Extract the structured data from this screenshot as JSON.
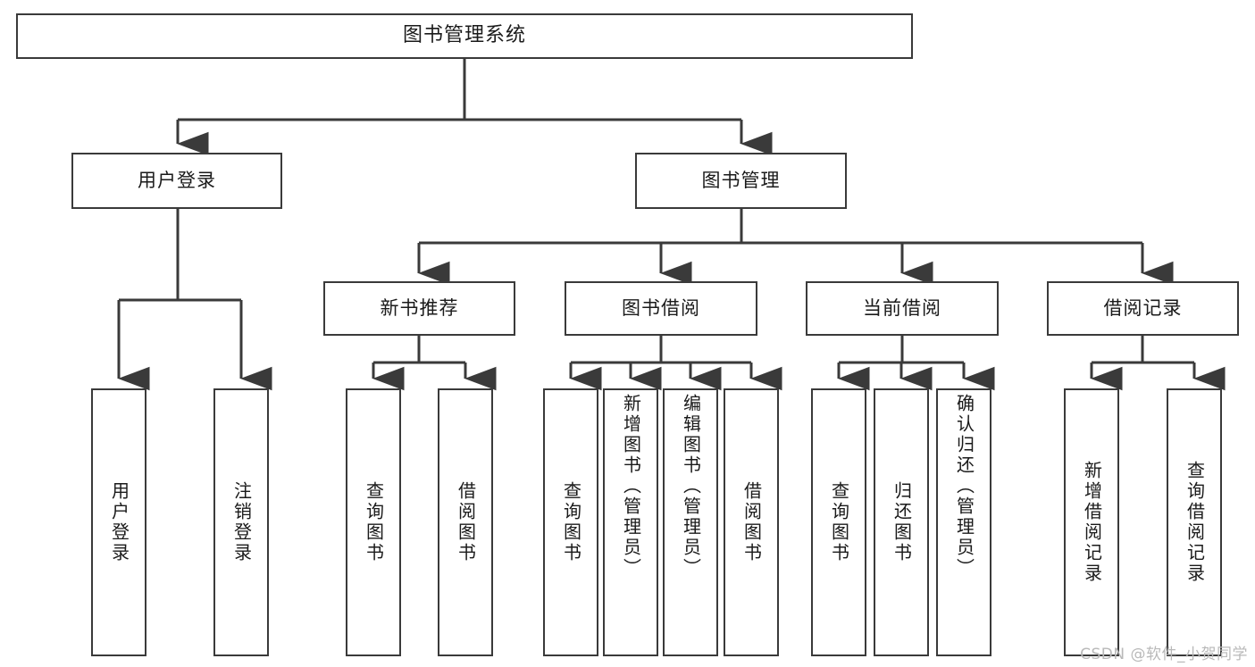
{
  "diagram": {
    "title": "图书管理系统",
    "type": "hierarchy-tree",
    "root": {
      "label": "图书管理系统",
      "children": [
        {
          "label": "用户登录",
          "children": [
            {
              "label": "用户登录"
            },
            {
              "label": "注销登录"
            }
          ]
        },
        {
          "label": "图书管理",
          "children": [
            {
              "label": "新书推荐",
              "children": [
                {
                  "label": "查询图书"
                },
                {
                  "label": "借阅图书"
                }
              ]
            },
            {
              "label": "图书借阅",
              "children": [
                {
                  "label": "查询图书"
                },
                {
                  "label": "新增图书（管理员）"
                },
                {
                  "label": "编辑图书（管理员）"
                },
                {
                  "label": "借阅图书"
                }
              ]
            },
            {
              "label": "当前借阅",
              "children": [
                {
                  "label": "查询图书"
                },
                {
                  "label": "归还图书"
                },
                {
                  "label": "确认归还（管理员）"
                }
              ]
            },
            {
              "label": "借阅记录",
              "children": [
                {
                  "label": "新增借阅记录"
                },
                {
                  "label": "查询借阅记录"
                }
              ]
            }
          ]
        }
      ]
    }
  },
  "nodes": {
    "root": "图书管理系统",
    "user_login": "用户登录",
    "book_mgmt": "图书管理",
    "new_book_rec": "新书推荐",
    "book_borrow": "图书借阅",
    "current_borrow": "当前借阅",
    "borrow_record": "借阅记录",
    "leaf_user_login": "用户登录",
    "leaf_user_logout": "注销登录",
    "leaf_rec_query": "查询图书",
    "leaf_rec_borrow": "借阅图书",
    "leaf_bb_query": "查询图书",
    "leaf_bb_add": "新增图书（管理员）",
    "leaf_bb_edit": "编辑图书（管理员）",
    "leaf_bb_borrow": "借阅图书",
    "leaf_cb_query": "查询图书",
    "leaf_cb_return": "归还图书",
    "leaf_cb_confirm": "确认归还（管理员）",
    "leaf_br_add": "新增借阅记录",
    "leaf_br_query": "查询借阅记录"
  },
  "watermark": "CSDN @软件_小贺同学",
  "colors": {
    "stroke": "#3a3a3a",
    "background": "#ffffff",
    "text": "#1a1a1a",
    "watermark": "#b9b9b9"
  }
}
